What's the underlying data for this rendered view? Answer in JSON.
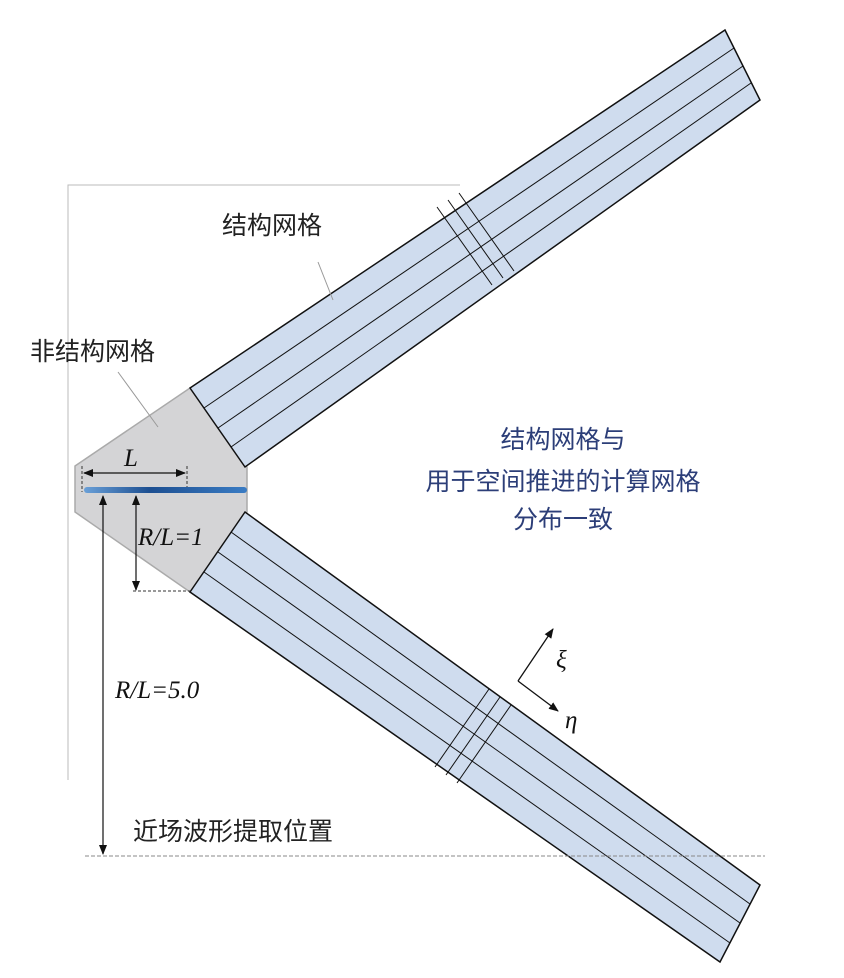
{
  "labels": {
    "structured_grid": "结构网格",
    "unstructured_grid": "非结构网格",
    "note_line1": "结构网格与",
    "note_line2": "用于空间推进的计算网格",
    "note_line3": "分布一致",
    "length_symbol": "L",
    "ratio_near": "R/L=1",
    "ratio_far": "R/L=5.0",
    "extraction_position": "近场波形提取位置",
    "xi": "ξ",
    "eta": "η"
  },
  "colors": {
    "band_fill": "#cfdcee",
    "unstructured_fill": "#d4d4d6",
    "body_blue": "#2f6fb8",
    "note_text": "#2c3e78"
  }
}
